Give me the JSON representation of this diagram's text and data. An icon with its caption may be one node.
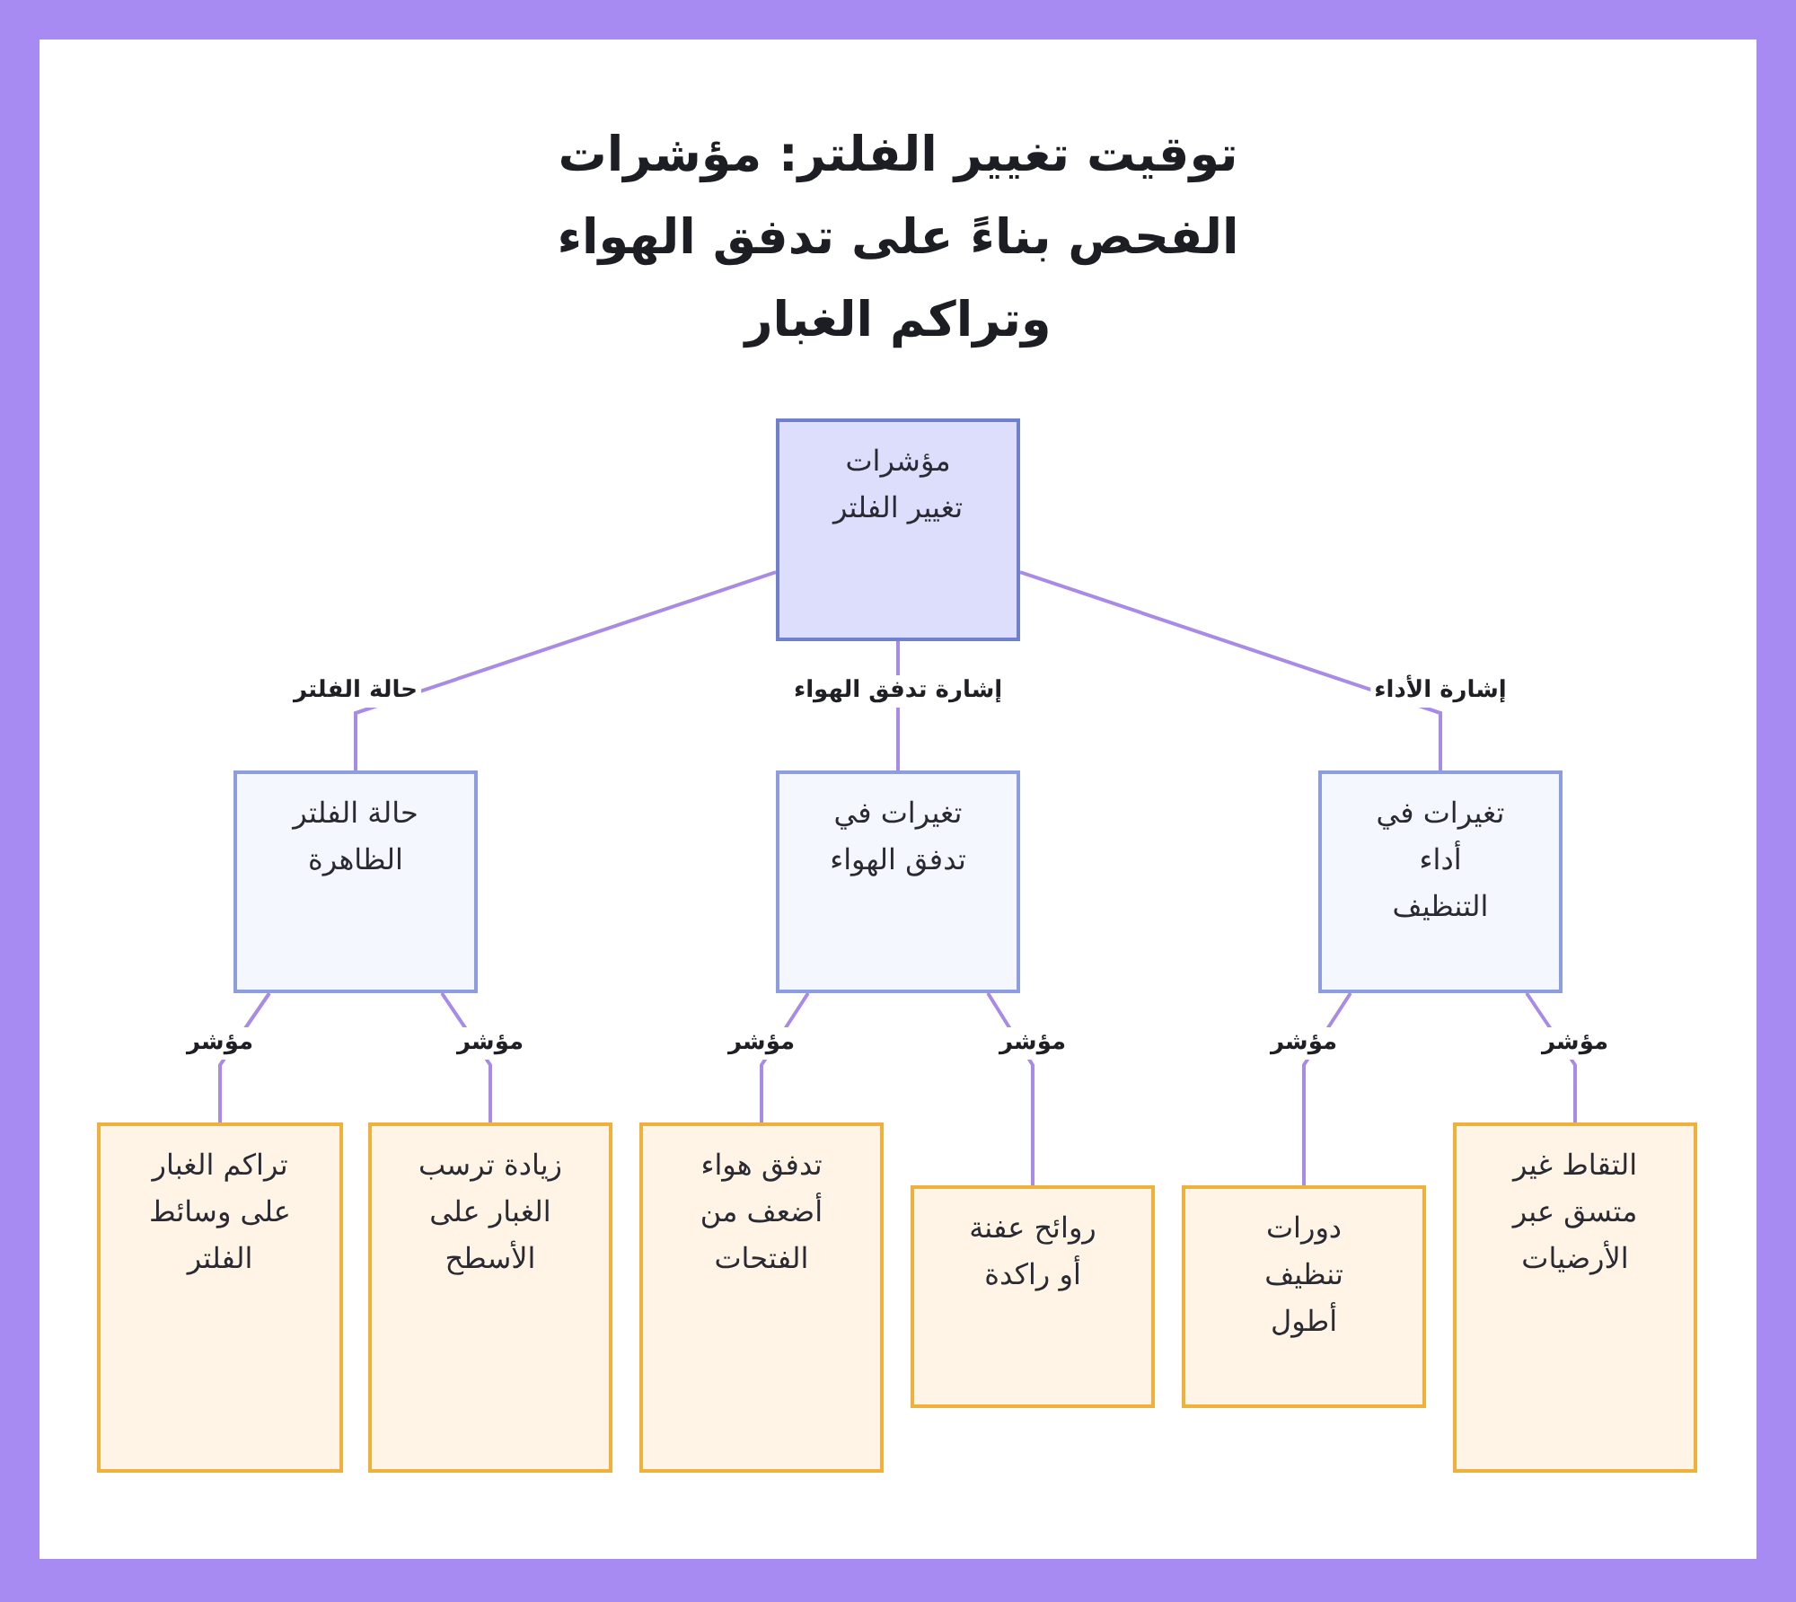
{
  "diagram": {
    "title": "توقيت تغيير الفلتر: مؤشرات الفحص بناءً على تدفق الهواء وتراكم الغبار",
    "nodes": [
      {
        "text": [
          "مؤشرات تغيير الفلتر"
        ]
      },
      {
        "text": [
          "حالة الفلتر الظاهرة"
        ]
      },
      {
        "text": [
          "تغيرات في تدفق الهواء"
        ]
      },
      {
        "text": [
          "تغيرات في أداء التنظيف"
        ]
      },
      {
        "text": [
          "تراكم الغبار على وسائط الفلتر"
        ]
      },
      {
        "text": [
          "زيادة ترسب الغبار على الأسطح"
        ]
      },
      {
        "text": [
          "تدفق هواء أضعف من الفتحات"
        ]
      },
      {
        "text": [
          "روائح عفنة أو راكدة"
        ]
      },
      {
        "text": [
          "دورات تنظيف أطول"
        ]
      },
      {
        "text": [
          "التقاط غير متسق عبر الأرضيات"
        ]
      }
    ],
    "edges": [
      {
        "from": 0,
        "to": 1,
        "arrow": "none",
        "label": "حالة الفلتر"
      },
      {
        "from": 0,
        "to": 2,
        "arrow": "none",
        "label": "إشارة تدفق الهواء"
      },
      {
        "from": 0,
        "to": 3,
        "arrow": "none",
        "label": "إشارة الأداء"
      },
      {
        "from": 1,
        "to": 4,
        "arrow": "none",
        "label": "مؤشر"
      },
      {
        "from": 1,
        "to": 5,
        "arrow": "none",
        "label": "مؤشر"
      },
      {
        "from": 2,
        "to": 6,
        "arrow": "none",
        "label": "مؤشر"
      },
      {
        "from": 2,
        "to": 7,
        "arrow": "none",
        "label": "مؤشر"
      },
      {
        "from": 3,
        "to": 8,
        "arrow": "none",
        "label": "مؤشر"
      },
      {
        "from": 3,
        "to": 9,
        "arrow": "none",
        "label": "مؤشر"
      }
    ]
  }
}
